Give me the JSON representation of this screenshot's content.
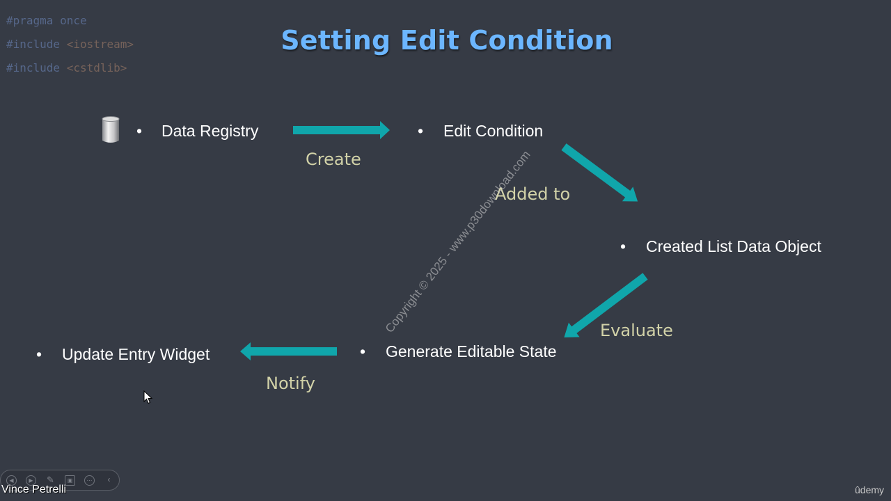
{
  "code": {
    "line1": "#pragma once",
    "line2_directive": "#include ",
    "line2_header": "<iostream>",
    "line3_directive": "#include ",
    "line3_header": "<cstdlib>"
  },
  "slide": {
    "title": "Setting Edit Condition",
    "bullet": "•",
    "nodes": {
      "data_registry": "Data Registry",
      "edit_condition": "Edit Condition",
      "created_list_data_object": "Created List Data Object",
      "generate_editable_state": "Generate Editable State",
      "update_entry_widget": "Update Entry Widget"
    },
    "edges": {
      "create": "Create",
      "added_to": "Added to",
      "evaluate": "Evaluate",
      "notify": "Notify"
    },
    "watermark": "Copyright © 2025 - www.p30download.com"
  },
  "player": {
    "presenter": "Vince Petrelli",
    "brand": "ûdemy",
    "toolbar_icons": [
      "previous-icon",
      "next-icon",
      "pen-icon",
      "screenshot-icon",
      "more-icon",
      "collapse-icon"
    ]
  },
  "colors": {
    "background": "#363b45",
    "title": "#6cb6ff",
    "arrow": "#10a6ab",
    "edge_label": "#d2d2a8",
    "node_text": "#ffffff",
    "code_keyword": "#56678a",
    "code_string": "#76625a"
  }
}
